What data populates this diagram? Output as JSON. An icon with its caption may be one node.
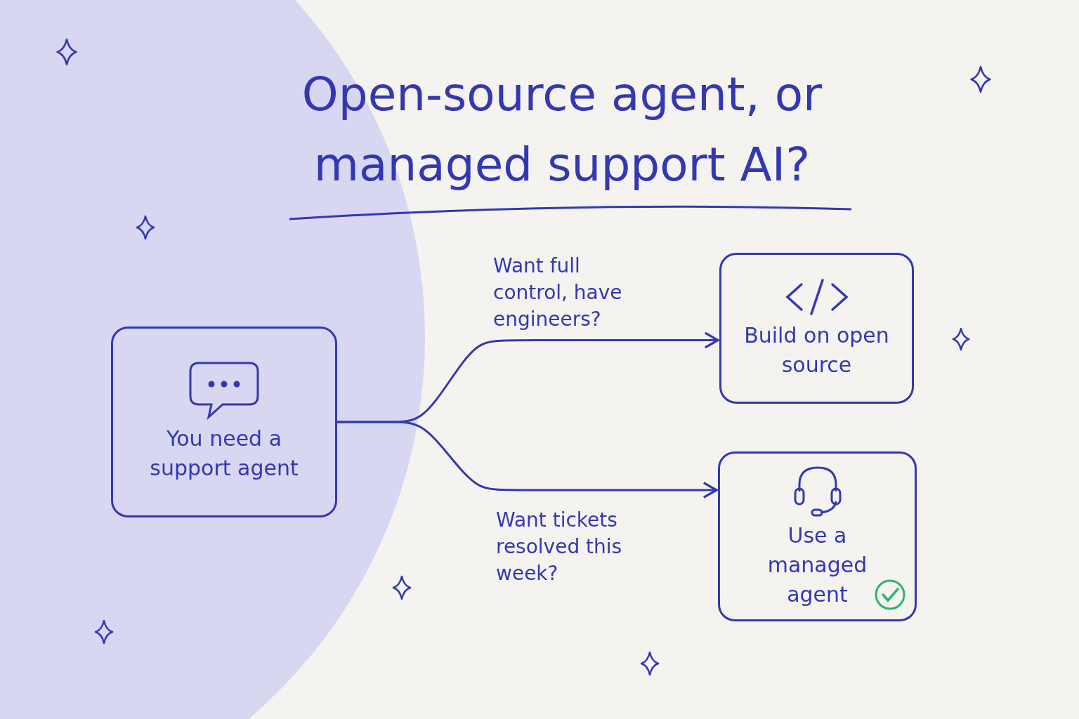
{
  "diagram": {
    "title": "Open-source agent, or managed support AI?",
    "nodes": [
      {
        "text": [
          "You need a support agent"
        ]
      },
      {
        "text": [
          "Build on open source"
        ]
      },
      {
        "text": [
          "Use a managed agent"
        ]
      }
    ],
    "edges": [
      {
        "from": 0,
        "to": 1,
        "arrow": "to",
        "label": "Want full control, have engineers?"
      },
      {
        "from": 0,
        "to": 2,
        "arrow": "to",
        "label": "Want tickets resolved this week?"
      }
    ]
  }
}
